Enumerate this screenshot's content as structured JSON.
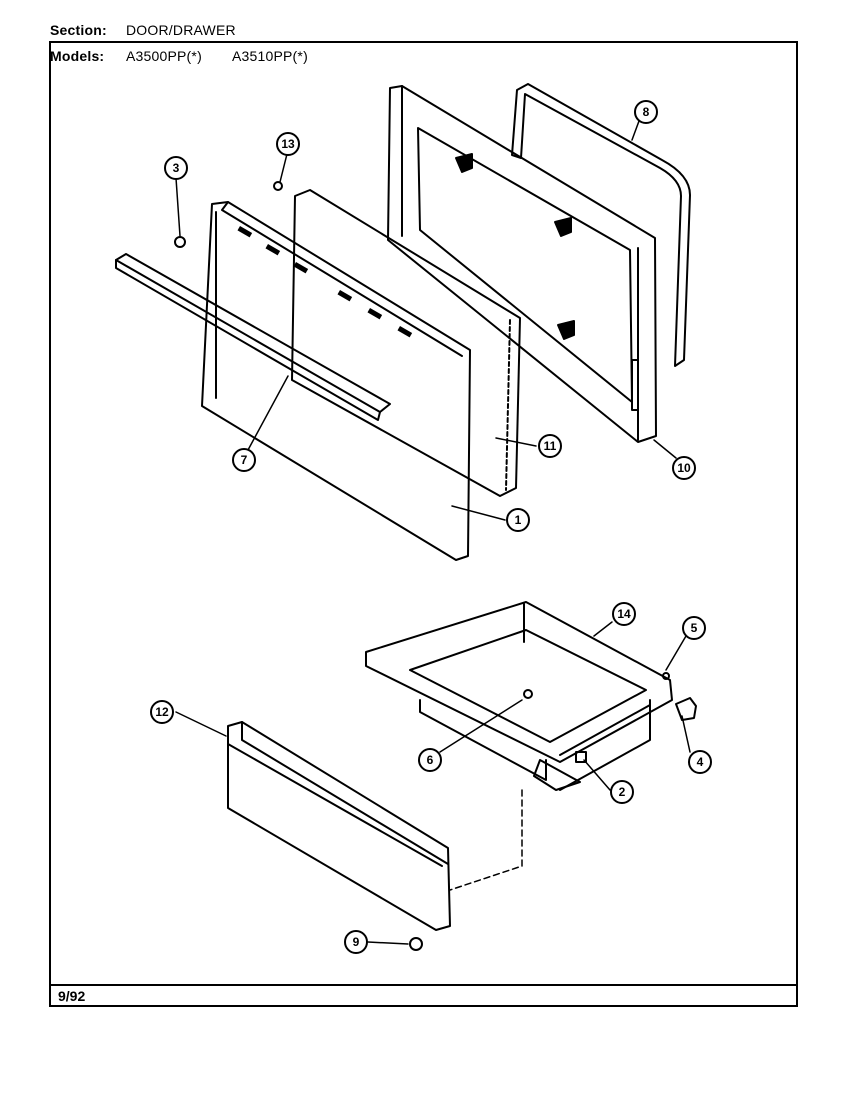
{
  "header": {
    "section_label": "Section:",
    "section_value": "DOOR/DRAWER",
    "models_label": "Models:",
    "models": [
      "A3500PP(*)",
      "A3510PP(*)"
    ]
  },
  "footer": {
    "date_code": "9/92"
  },
  "callouts": {
    "c1": "1",
    "c2": "2",
    "c3": "3",
    "c4": "4",
    "c5": "5",
    "c6": "6",
    "c7": "7",
    "c8": "8",
    "c9": "9",
    "c10": "10",
    "c11": "11",
    "c12": "12",
    "c13": "13",
    "c14": "14"
  }
}
